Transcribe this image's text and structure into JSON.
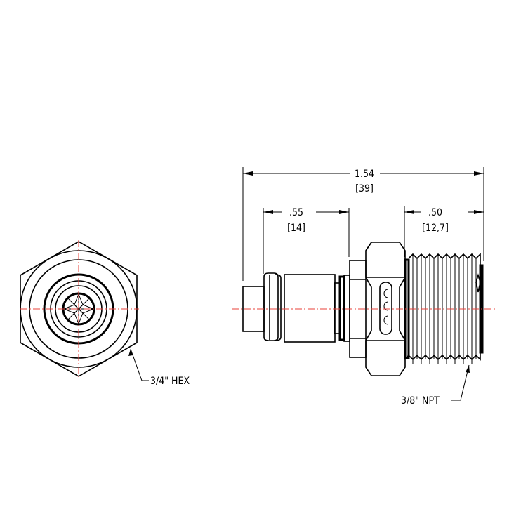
{
  "drawing": {
    "title": "Fitting technical drawing",
    "views": [
      "end-view-hex",
      "side-view"
    ],
    "dimensions": {
      "overall": {
        "inch": "1.54",
        "mm": "[39]"
      },
      "probe": {
        "inch": ".55",
        "mm": "[14]"
      },
      "thread": {
        "inch": ".50",
        "mm": "[12,7]"
      }
    },
    "callouts": {
      "hex": "3/4\" HEX",
      "thread": "3/8\" NPT"
    },
    "colors": {
      "line": "#000000",
      "centerline": "#e8403a",
      "background": "#ffffff"
    }
  }
}
